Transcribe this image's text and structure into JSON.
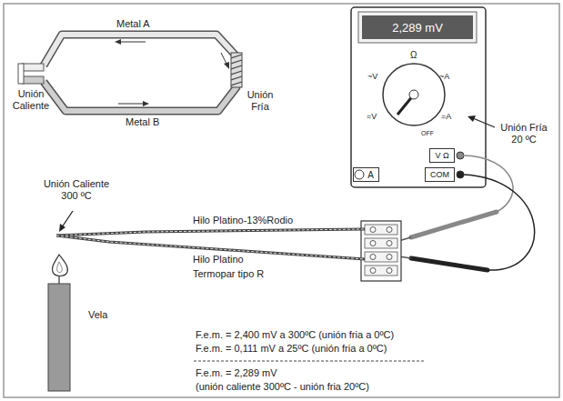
{
  "diagram": {
    "nodes": [
      {
        "text": [
          "2,289 mV"
        ]
      },
      {
        "text": [
          "V Ω"
        ]
      },
      {
        "text": [
          "COM"
        ]
      },
      {
        "text": [
          "A"
        ]
      }
    ],
    "labels": [
      "Metal A",
      "Metal B",
      "Unión Caliente",
      "Unión Fría",
      "Ω",
      "~V",
      "~A",
      "=V",
      "=A",
      "OFF",
      "Unión Fría 20 ºC",
      "Unión Caliente 300 ºC",
      "Hilo Platino-13%Rodio",
      "Hilo Platino",
      "Termopar tipo R",
      "Vela",
      "F.e.m. = 2,400 mV a 300ºC (unión fria a 0ºC)",
      "F.e.m. = 0,111 mV a  25ºC (unión fria a 0ºC)",
      "F.e.m. = 2,289 mV",
      "(unión caliente 300ºC - unión fria 20ºC)"
    ]
  }
}
